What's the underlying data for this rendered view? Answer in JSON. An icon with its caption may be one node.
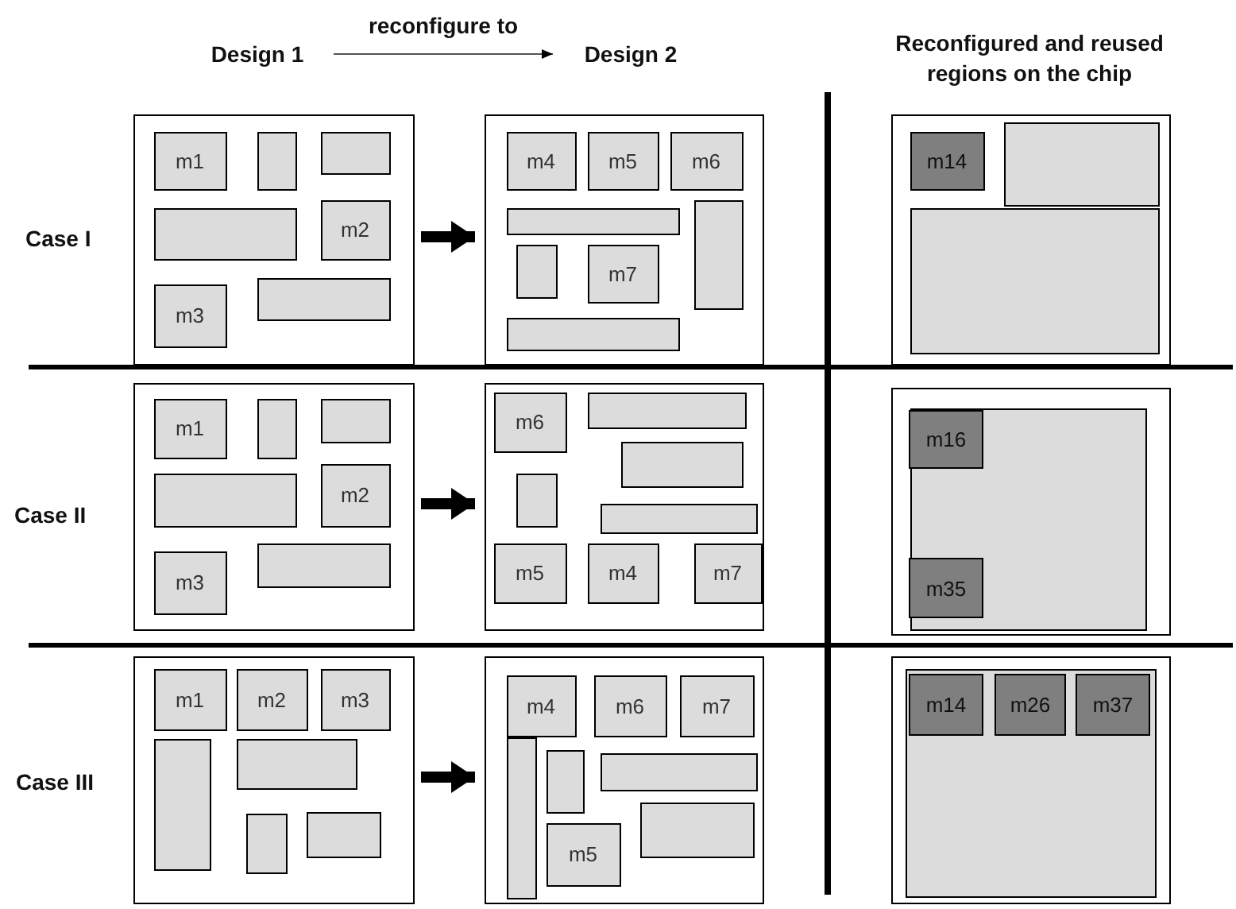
{
  "diagram": {
    "nodes": [
      {
        "text": [
          "Design 1"
        ]
      },
      {
        "text": [
          "Design 2"
        ]
      },
      {
        "text": [],
        "shape": "box"
      },
      {
        "text": [
          "m1"
        ],
        "in": 2
      },
      {
        "text": [],
        "shape": "box",
        "in": 2
      },
      {
        "text": [],
        "shape": "box",
        "in": 2
      },
      {
        "text": [],
        "shape": "box",
        "in": 2
      },
      {
        "text": [
          "m2"
        ],
        "in": 2
      },
      {
        "text": [
          "m3"
        ],
        "in": 2
      },
      {
        "text": [],
        "shape": "box",
        "in": 2
      },
      {
        "text": [],
        "shape": "box"
      },
      {
        "text": [
          "m4"
        ],
        "in": 10
      },
      {
        "text": [
          "m5"
        ],
        "in": 10
      },
      {
        "text": [
          "m6"
        ],
        "in": 10
      },
      {
        "text": [],
        "shape": "box",
        "in": 10
      },
      {
        "text": [],
        "shape": "box",
        "in": 10
      },
      {
        "text": [],
        "shape": "box",
        "in": 10
      },
      {
        "text": [
          "m7"
        ],
        "in": 10
      },
      {
        "text": [],
        "shape": "box",
        "in": 10
      },
      {
        "text": [],
        "shape": "box"
      },
      {
        "text": [
          "m14"
        ],
        "in": 19
      },
      {
        "text": [],
        "shape": "box",
        "in": 19
      },
      {
        "text": [],
        "shape": "box",
        "in": 19
      },
      {
        "text": [],
        "shape": "box"
      },
      {
        "text": [
          "m1"
        ],
        "in": 23
      },
      {
        "text": [],
        "shape": "box",
        "in": 23
      },
      {
        "text": [],
        "shape": "box",
        "in": 23
      },
      {
        "text": [],
        "shape": "box",
        "in": 23
      },
      {
        "text": [
          "m2"
        ],
        "in": 23
      },
      {
        "text": [
          "m3"
        ],
        "in": 23
      },
      {
        "text": [],
        "shape": "box",
        "in": 23
      },
      {
        "text": [],
        "shape": "box"
      },
      {
        "text": [
          "m6"
        ],
        "in": 31
      },
      {
        "text": [],
        "shape": "box",
        "in": 31
      },
      {
        "text": [],
        "shape": "box",
        "in": 31
      },
      {
        "text": [],
        "shape": "box",
        "in": 31
      },
      {
        "text": [],
        "shape": "box",
        "in": 31
      },
      {
        "text": [
          "m5"
        ],
        "in": 31
      },
      {
        "text": [
          "m4"
        ],
        "in": 31
      },
      {
        "text": [
          "m7"
        ],
        "in": 31
      },
      {
        "text": [],
        "shape": "box"
      },
      {
        "text": [],
        "shape": "box",
        "in": 40
      },
      {
        "text": [
          "m16"
        ],
        "in": 41
      },
      {
        "text": [
          "m35"
        ],
        "in": 41
      },
      {
        "text": [],
        "shape": "box"
      },
      {
        "text": [
          "m1"
        ],
        "in": 44
      },
      {
        "text": [
          "m2"
        ],
        "in": 44
      },
      {
        "text": [
          "m3"
        ],
        "in": 44
      },
      {
        "text": [],
        "shape": "box",
        "in": 44
      },
      {
        "text": [],
        "shape": "box",
        "in": 44
      },
      {
        "text": [],
        "shape": "box",
        "in": 44
      },
      {
        "text": [],
        "shape": "box",
        "in": 44
      },
      {
        "text": [],
        "shape": "box"
      },
      {
        "text": [
          "m4"
        ],
        "in": 52
      },
      {
        "text": [
          "m6"
        ],
        "in": 52
      },
      {
        "text": [
          "m7"
        ],
        "in": 52
      },
      {
        "text": [],
        "shape": "box",
        "in": 52
      },
      {
        "text": [],
        "shape": "box",
        "in": 52
      },
      {
        "text": [],
        "shape": "box",
        "in": 52
      },
      {
        "text": [],
        "shape": "box",
        "in": 52
      },
      {
        "text": [
          "m5"
        ],
        "in": 52
      },
      {
        "text": [],
        "shape": "box"
      },
      {
        "text": [],
        "shape": "box",
        "in": 61
      },
      {
        "text": [
          "m14"
        ],
        "in": 62
      },
      {
        "text": [
          "m26"
        ],
        "in": 62
      },
      {
        "text": [
          "m37"
        ],
        "in": 62
      }
    ],
    "edges": [
      {
        "from": 0,
        "to": 1,
        "arrow": "to",
        "label": "reconfigure to"
      },
      {
        "from": 2,
        "to": 10,
        "arrow": "to"
      },
      {
        "from": 23,
        "to": 31,
        "arrow": "to"
      },
      {
        "from": 44,
        "to": 52,
        "arrow": "to"
      }
    ],
    "labels": [
      "Reconfigured and reused regions on the chip",
      "Case I",
      "Case II",
      "Case III"
    ]
  }
}
